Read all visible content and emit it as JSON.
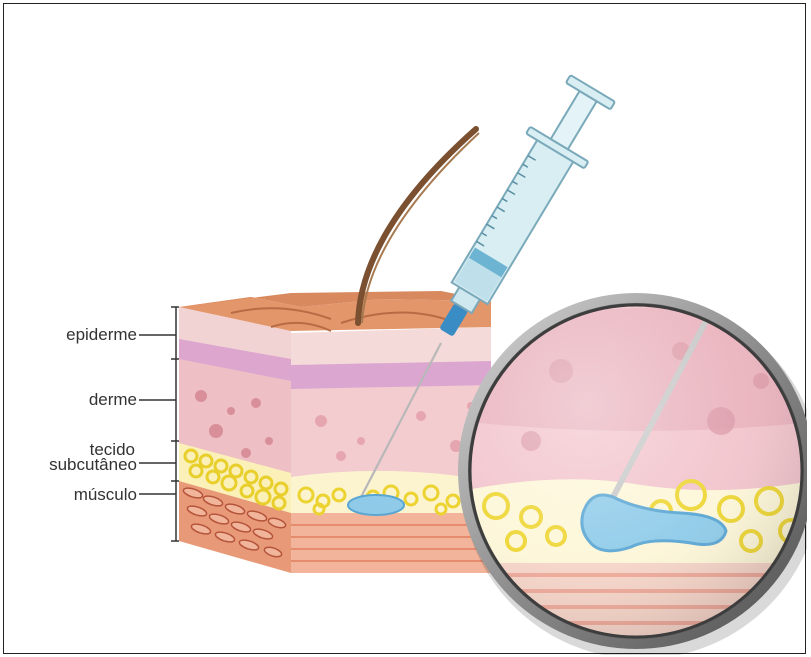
{
  "labels": {
    "epiderme": "epiderme",
    "derme": "derme",
    "tecido_line1": "tecido",
    "tecido_line2": "subcutâneo",
    "musculo": "músculo"
  },
  "colors": {
    "epidermis_top": "#d9895e",
    "dermis": "#f1c9ce",
    "dermis_band": "#d6a0c6",
    "fat": "#fbf3c8",
    "fat_cells": "#f0dc3a",
    "muscle": "#f2a889",
    "hair": "#7a5030",
    "syringe_barrel": "#d8eef3",
    "needle_hub": "#3a8cc4",
    "fluid": "#8fcbe9",
    "magnifier_rim": "#8f8f8f"
  }
}
